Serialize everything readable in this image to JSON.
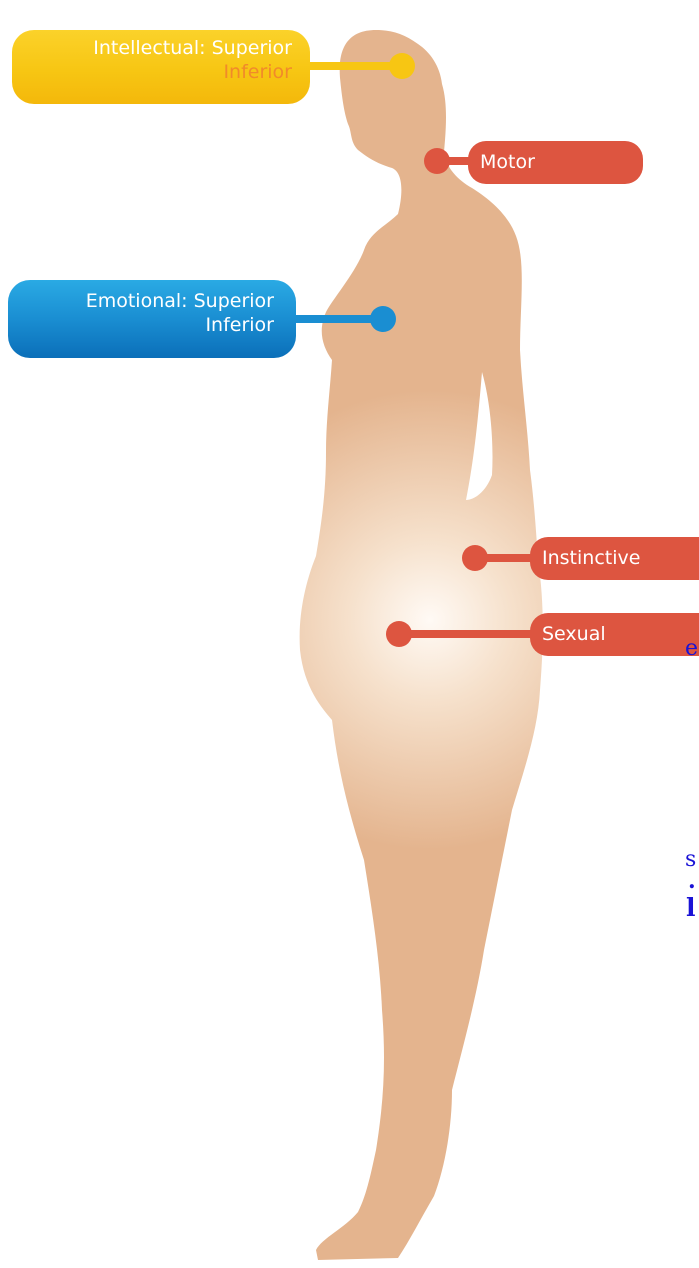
{
  "labels": {
    "intellectual": {
      "line1": "Intellectual: Superior",
      "line2": "Inferior",
      "color": "#f7c613"
    },
    "emotional": {
      "line1": "Emotional: Superior",
      "line2": "Inferior",
      "color": "#1a8ed2"
    },
    "motor": {
      "text": "Motor",
      "color": "#dd5540"
    },
    "instinctive": {
      "text": "Instinctive",
      "color": "#dd5540"
    },
    "sexual": {
      "text": "Sexual",
      "color": "#dd5540"
    }
  },
  "figure": {
    "color": "#e4b48e",
    "glow": "#fff6ee"
  },
  "edge_text": {
    "e": "e",
    "s": "s",
    "dot": ".",
    "l": "l"
  }
}
